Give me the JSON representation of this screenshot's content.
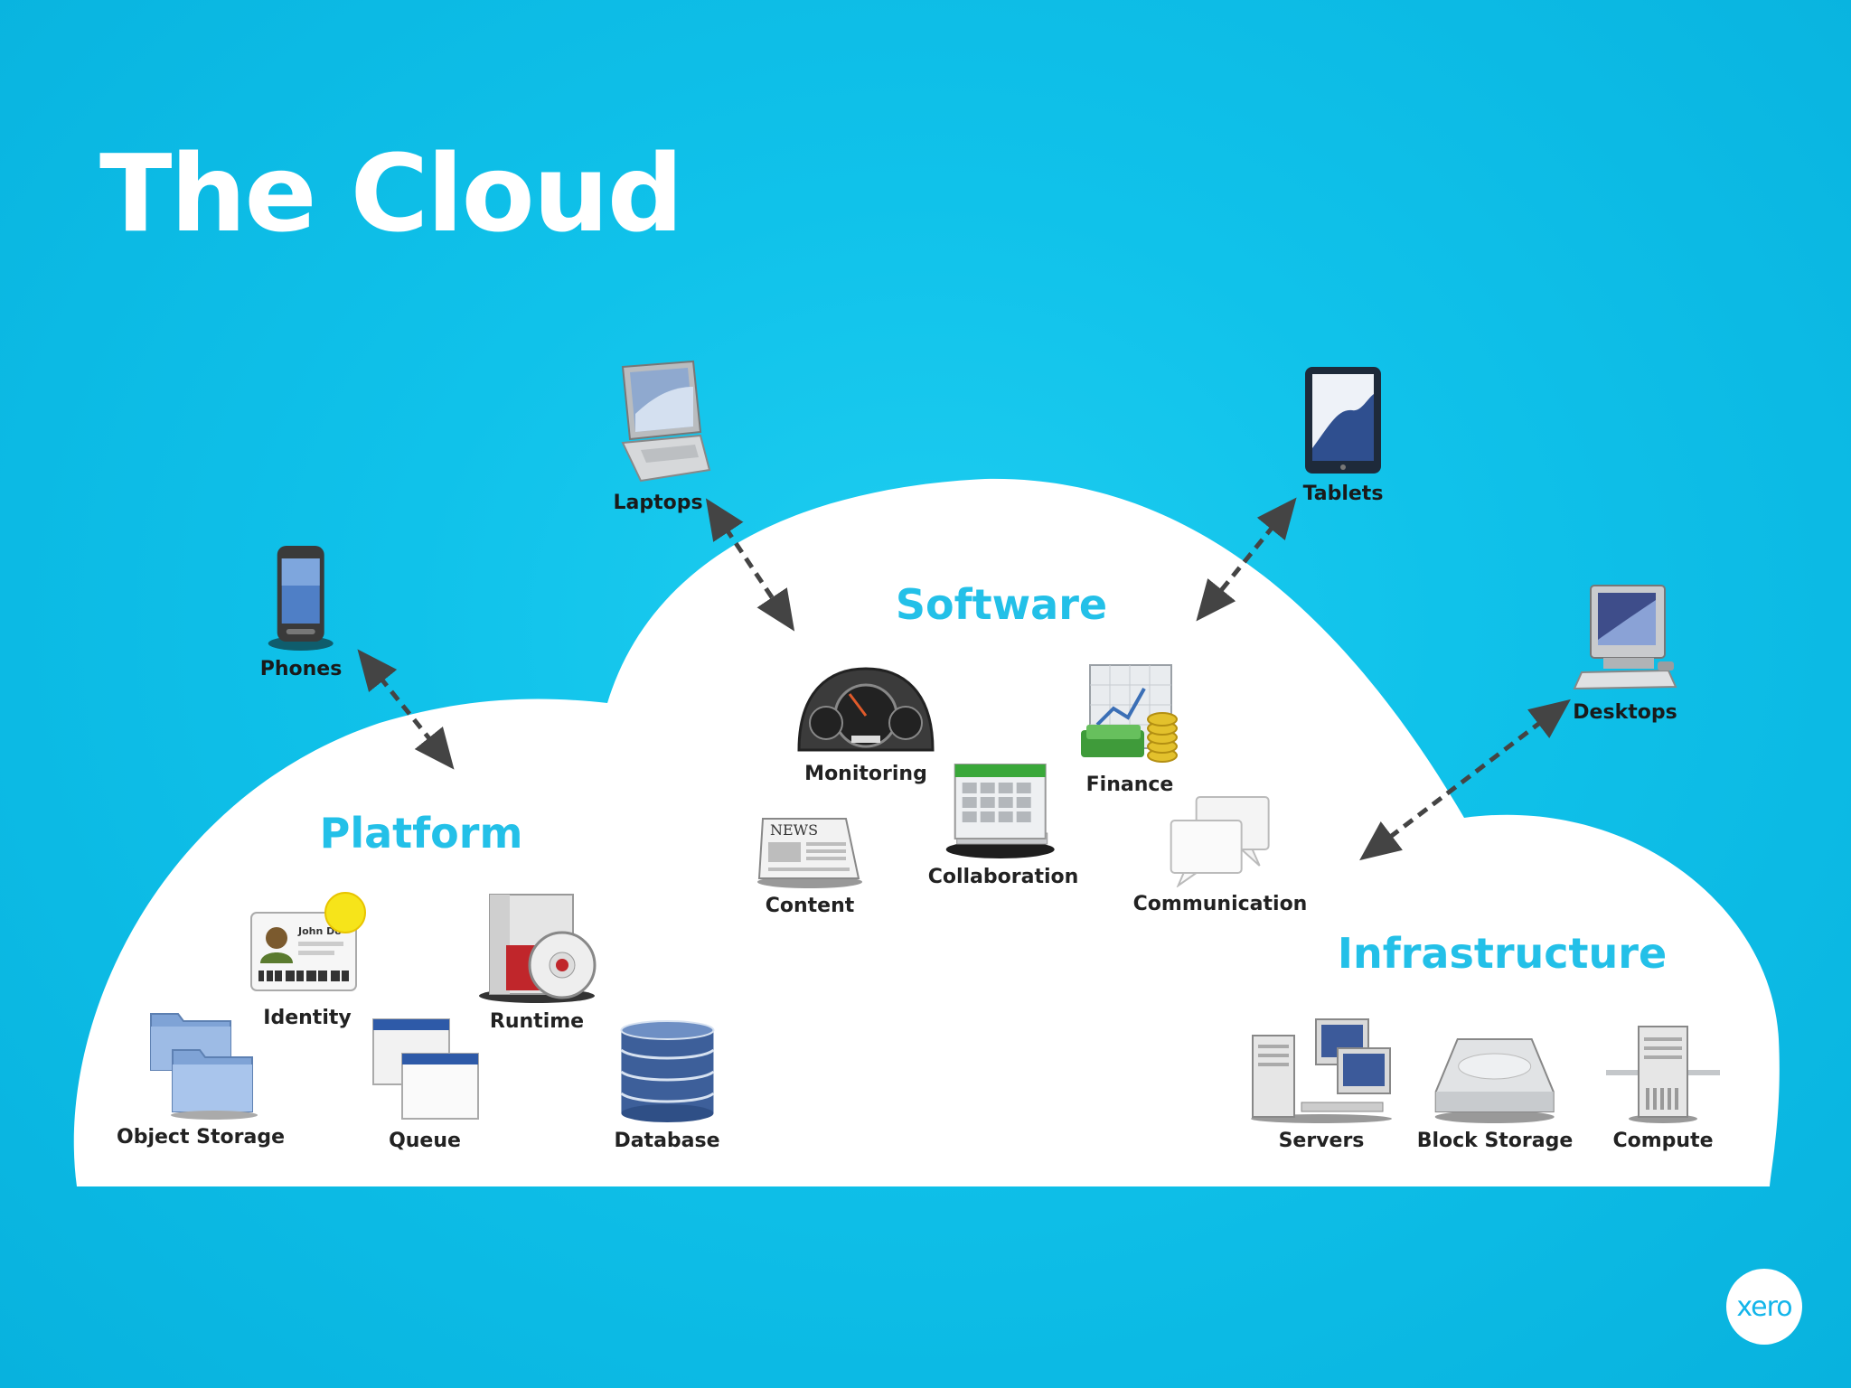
{
  "title": "The Cloud",
  "sections": {
    "software": "Software",
    "platform": "Platform",
    "infrastructure": "Infrastructure"
  },
  "devices": {
    "laptops": "Laptops",
    "tablets": "Tablets",
    "phones": "Phones",
    "desktops": "Desktops"
  },
  "software_items": {
    "monitoring": "Monitoring",
    "finance": "Finance",
    "collaboration": "Collaboration",
    "content": "Content",
    "communication": "Communication"
  },
  "platform_items": {
    "identity": "Identity",
    "runtime": "Runtime",
    "object_storage": "Object Storage",
    "queue": "Queue",
    "database": "Database"
  },
  "infrastructure_items": {
    "servers": "Servers",
    "block_storage": "Block Storage",
    "compute": "Compute"
  },
  "icon_text": {
    "news": "NEWS",
    "id_name": "John Do"
  },
  "logo": "xero",
  "colors": {
    "background": "#10c2ea",
    "cloud": "#ffffff",
    "section_heading": "#23c0e8",
    "arrow": "#444444"
  }
}
